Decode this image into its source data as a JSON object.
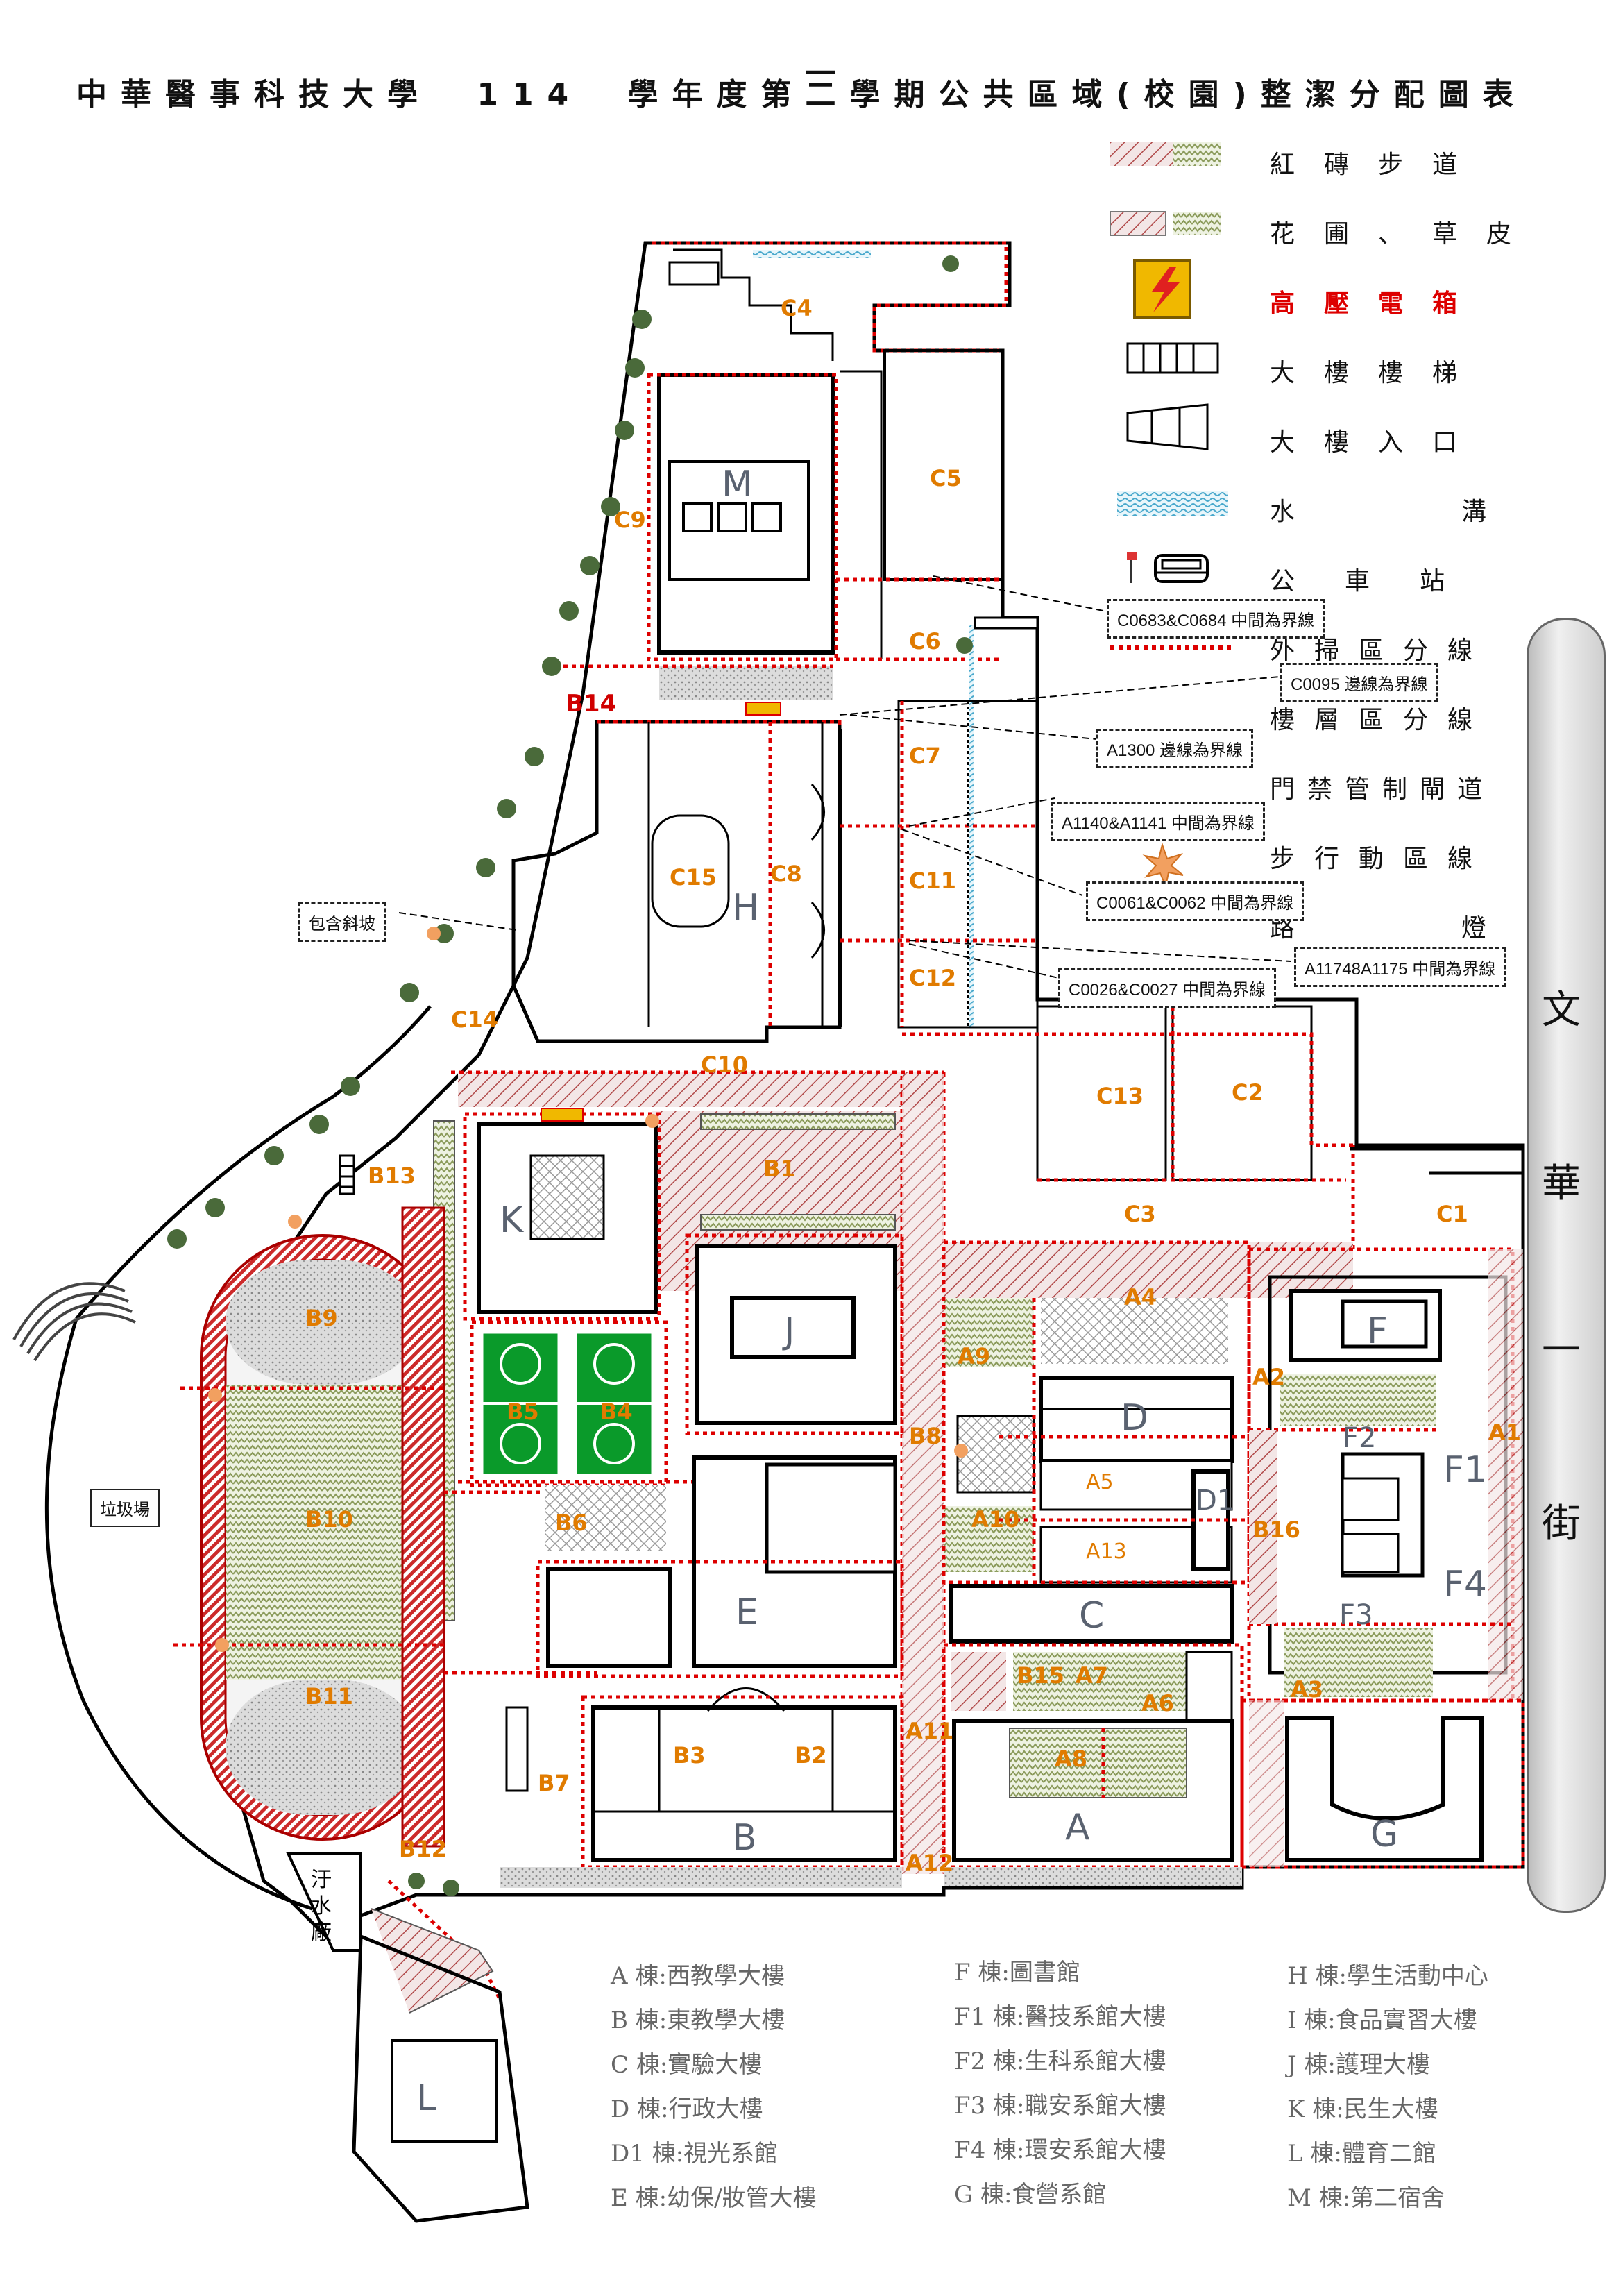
{
  "title": {
    "school": "中華醫事科技大學",
    "year": "114",
    "mid1": "學年度第",
    "semester_top": "一",
    "semester_bottom": "二",
    "mid2": "學期公共區域(校園)整潔分配圖表"
  },
  "legend": [
    {
      "label": "紅磚步道",
      "icon": "brick-walkway-swatch"
    },
    {
      "label": "花圃、草皮",
      "icon": "garden-lawn-swatch"
    },
    {
      "label": "高壓電箱",
      "icon": "high-voltage-box-icon",
      "color": "#d00000"
    },
    {
      "label": "大樓樓梯",
      "icon": "stairs-icon"
    },
    {
      "label": "大樓入口",
      "icon": "entrance-icon"
    },
    {
      "label": "水溝",
      "icon": "ditch-swatch"
    },
    {
      "label": "公車站",
      "icon": "bus-stop-icon"
    },
    {
      "label": "外掃區分線",
      "icon": "red-dotted-line"
    },
    {
      "label": "樓層區分線",
      "icon": "red-dotted-line"
    },
    {
      "label": "門禁管制閘道",
      "icon": "gate-icon"
    },
    {
      "label": "步行動區線",
      "icon": "black-dotted-line"
    },
    {
      "label": "路燈",
      "icon": "street-lamp-icon"
    }
  ],
  "callouts": {
    "c0683": "C0683&C0684 中間為界線",
    "c0095": "C0095 邊線為界線",
    "a1300": "A1300 邊線為界線",
    "a1140": "A1140&A1141 中間為界線",
    "c0061": "C0061&C0062 中間為界線",
    "a1174": "A11748A1175 中間為界線",
    "c0026": "C0026&C0027 中間為界線",
    "slope": "包含斜坡",
    "garbage": "垃圾場",
    "sewage": [
      "汙",
      "水",
      "廠"
    ]
  },
  "street": [
    "文",
    "華",
    "一",
    "街"
  ],
  "zones": {
    "C4": "C4",
    "C5": "C5",
    "C6": "C6",
    "C7": "C7",
    "C9": "C9",
    "C10": "C10",
    "C11": "C11",
    "C12": "C12",
    "C13": "C13",
    "C14": "C14",
    "C15": "C15",
    "C8": "C8",
    "C2": "C2",
    "C3": "C3",
    "C1": "C1",
    "B14": "B14",
    "B13": "B13",
    "B1": "B1",
    "B9": "B9",
    "B10": "B10",
    "B11": "B11",
    "B12": "B12",
    "B7": "B7",
    "B6": "B6",
    "B5": "B5",
    "B4": "B4",
    "B8": "B8",
    "B3": "B3",
    "B2": "B2",
    "B15": "B15",
    "B16": "B16",
    "A4": "A4",
    "A9": "A9",
    "A2": "A2",
    "A1": "A1",
    "A5": "A5",
    "A10": "A10",
    "A13": "A13",
    "A7": "A7",
    "A6": "A6",
    "A8": "A8",
    "A11": "A11",
    "A12": "A12",
    "A3": "A3"
  },
  "buildings": {
    "M": "M",
    "H": "H",
    "K": "K",
    "J": "J",
    "D": "D",
    "D1": "D1",
    "E": "E",
    "C": "C",
    "B": "B",
    "A": "A",
    "F": "F",
    "F1": "F1",
    "F2": "F2",
    "F3": "F3",
    "F4": "F4",
    "G": "G",
    "L": "L"
  },
  "building_list": {
    "col1": [
      "A 棟:西教學大樓",
      "B 棟:東教學大樓",
      "C 棟:實驗大樓",
      "D 棟:行政大樓",
      "D1 棟:視光系館",
      "E 棟:幼保/妝管大樓"
    ],
    "col2": [
      "F 棟:圖書館",
      "F1 棟:醫技系館大樓",
      "F2 棟:生科系館大樓",
      "F3 棟:職安系館大樓",
      "F4 棟:環安系館大樓",
      "G 棟:食營系館"
    ],
    "col3": [
      "H 棟:學生活動中心",
      "I 棟:食品實習大樓",
      "J 棟:護理大樓",
      "K 棟:民生大樓",
      "L 棟:體育二館",
      "M 棟:第二宿舍"
    ]
  },
  "colors": {
    "zone_label": "#e07b00",
    "boundary": "#d00000",
    "building_letter": "#5a6270"
  }
}
